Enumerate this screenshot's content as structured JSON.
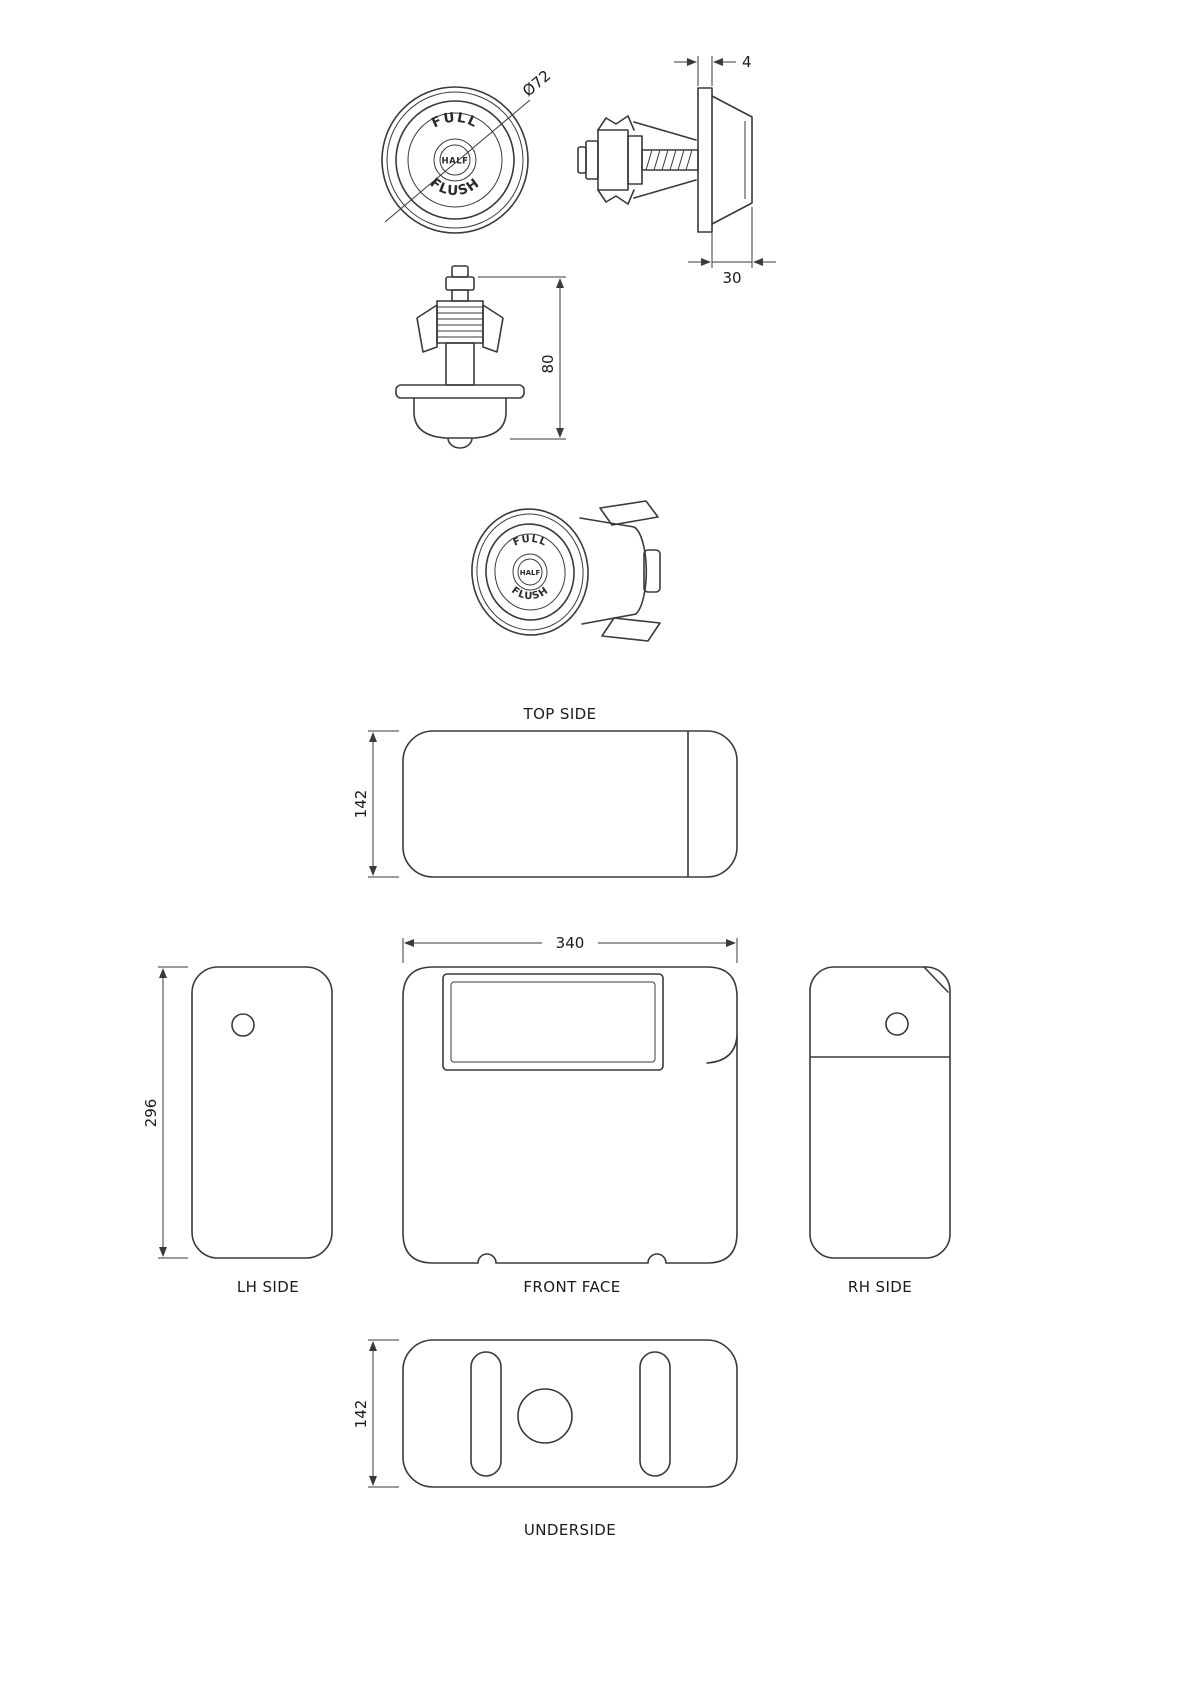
{
  "button": {
    "full": "FULL",
    "flush": "FLUSH",
    "half": "HALF"
  },
  "dimensions": {
    "diameter": "Ø72",
    "plate_thickness": "4",
    "depth": "30",
    "height": "80",
    "top_depth": "142",
    "front_width": "340",
    "side_height": "296",
    "under_depth": "142"
  },
  "labels": {
    "top": "TOP SIDE",
    "front": "FRONT FACE",
    "lh": "LH SIDE",
    "rh": "RH SIDE",
    "under": "UNDERSIDE"
  }
}
